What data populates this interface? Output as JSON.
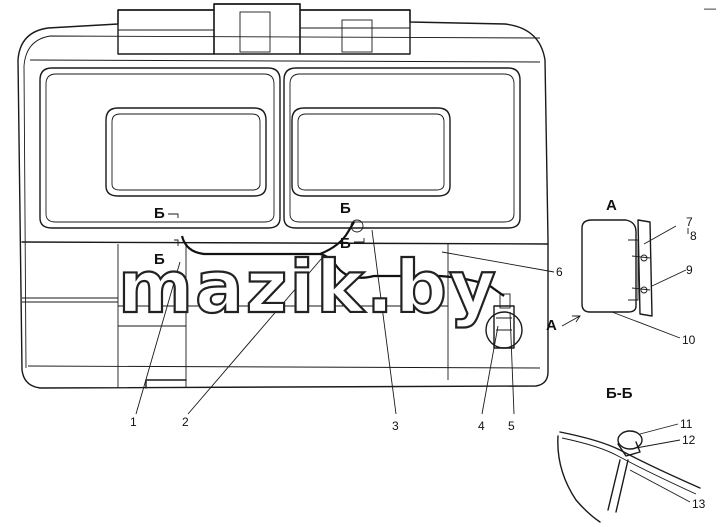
{
  "watermark": "mazik.by",
  "section_labels": {
    "b1": "Б",
    "b2": "Б",
    "b3": "Б",
    "b4": "Б",
    "view_a_title": "А",
    "view_a_pointer": "А",
    "section_bb_title": "Б-Б"
  },
  "callouts": [
    "1",
    "2",
    "3",
    "4",
    "5",
    "6",
    "7",
    "8",
    "9",
    "10",
    "11",
    "12",
    "13"
  ],
  "corner_mark": "—"
}
